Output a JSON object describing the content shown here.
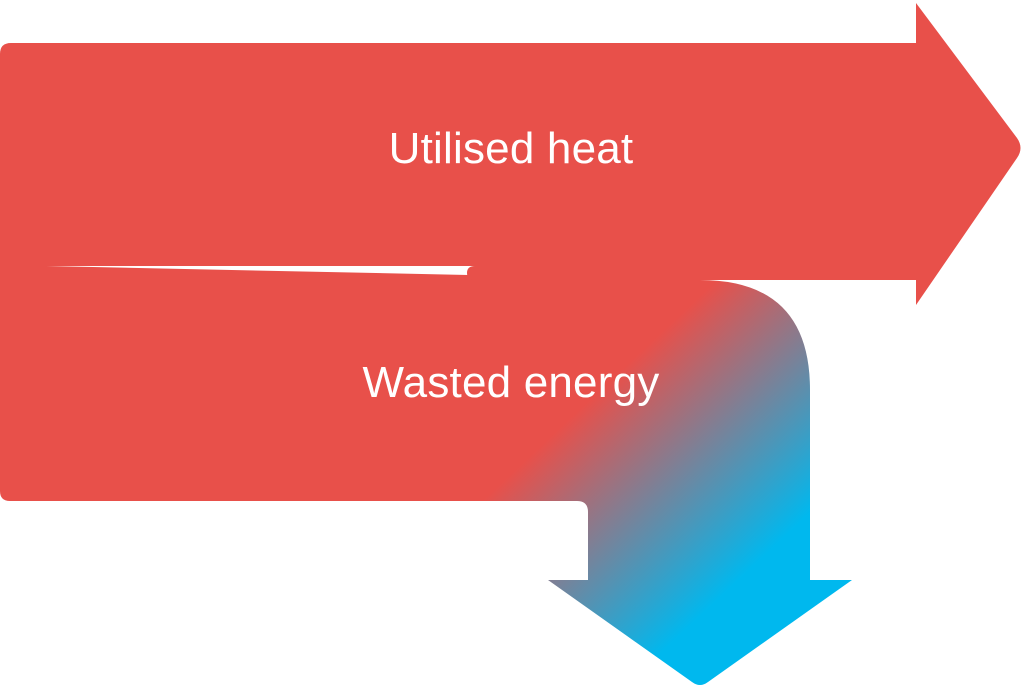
{
  "diagram": {
    "type": "energy-flow",
    "labels": {
      "utilised_heat": "Utilised heat",
      "wasted_energy": "Wasted energy"
    },
    "colors": {
      "heat_red": "#e8504a",
      "waste_blue": "#00b8ee",
      "label_text": "#ffffff",
      "background": "#ffffff"
    }
  }
}
